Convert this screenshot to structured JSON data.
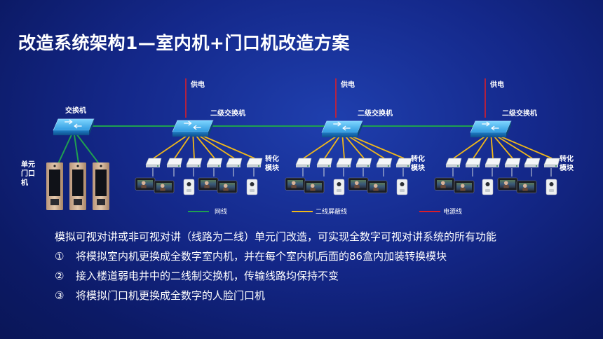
{
  "title": "改造系统架构1—室内机+门口机改造方案",
  "diagram": {
    "switch_label": "交换机",
    "unit_door_label": [
      "单元",
      "门口",
      "机"
    ],
    "power_label": "供电",
    "secondary_switch_label": "二级交换机",
    "converter_label": [
      "转化",
      "模块"
    ]
  },
  "legend": {
    "network": "网线",
    "two_wire": "二线屏蔽线",
    "power": "电源线"
  },
  "colors": {
    "network": "#1fa050",
    "two_wire": "#f0b81a",
    "power": "#d81e2a"
  },
  "description": {
    "intro": "模拟可视对讲或非可视对讲（线路为二线）单元门改造，可实现全数字可视对讲系统的所有功能",
    "items": [
      {
        "num": "①",
        "text": "将模拟室内机更换成全数字室内机，并在每个室内机后面的86盒内加装转换模块"
      },
      {
        "num": "②",
        "text": "接入楼道弱电井中的二线制交换机，传输线路均保持不变"
      },
      {
        "num": "③",
        "text": "将模拟门口机更换成全数字的人脸门口机"
      }
    ]
  }
}
